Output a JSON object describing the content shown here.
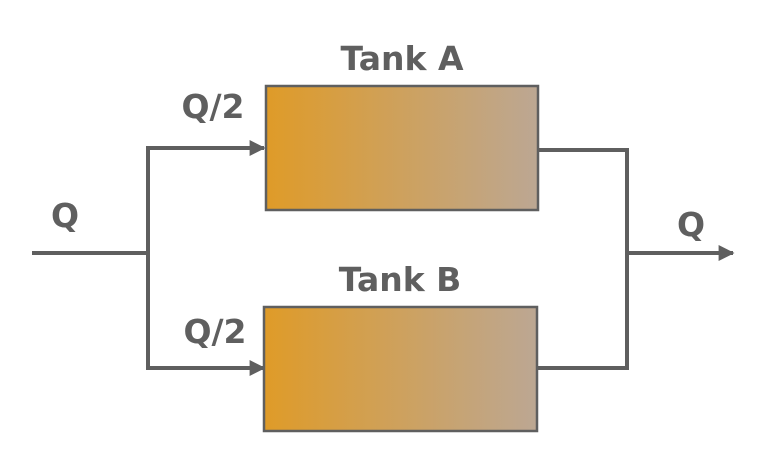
{
  "diagram": {
    "inlet_label": "Q",
    "outlet_label": "Q",
    "tank_a": {
      "name": "Tank A",
      "flow_label": "Q/2"
    },
    "tank_b": {
      "name": "Tank B",
      "flow_label": "Q/2"
    }
  },
  "colors": {
    "line": "#5f5f5f",
    "tank_gradient_start": "#df9b28",
    "tank_gradient_end": "#bca793",
    "background": "#ffffff"
  }
}
